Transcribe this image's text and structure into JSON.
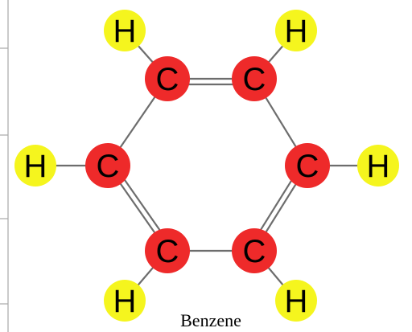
{
  "molecule": {
    "name": "Benzene",
    "carbon_symbol": "C",
    "hydrogen_symbol": "H"
  },
  "colors": {
    "carbon": "#ee2a2a",
    "hydrogen": "#f5f51e",
    "bond": "#6d6d6d"
  },
  "atoms": [
    {
      "id": "c1",
      "element": "C"
    },
    {
      "id": "c2",
      "element": "C"
    },
    {
      "id": "c3",
      "element": "C"
    },
    {
      "id": "c4",
      "element": "C"
    },
    {
      "id": "c5",
      "element": "C"
    },
    {
      "id": "c6",
      "element": "C"
    },
    {
      "id": "h1",
      "element": "H"
    },
    {
      "id": "h2",
      "element": "H"
    },
    {
      "id": "h3",
      "element": "H"
    },
    {
      "id": "h4",
      "element": "H"
    },
    {
      "id": "h5",
      "element": "H"
    },
    {
      "id": "h6",
      "element": "H"
    }
  ],
  "bonds": [
    {
      "from": "c1",
      "to": "c2",
      "order": 2
    },
    {
      "from": "c2",
      "to": "c3",
      "order": 1
    },
    {
      "from": "c3",
      "to": "c4",
      "order": 2
    },
    {
      "from": "c4",
      "to": "c5",
      "order": 1
    },
    {
      "from": "c5",
      "to": "c6",
      "order": 2
    },
    {
      "from": "c6",
      "to": "c1",
      "order": 1
    },
    {
      "from": "c1",
      "to": "h1",
      "order": 1
    },
    {
      "from": "c2",
      "to": "h2",
      "order": 1
    },
    {
      "from": "c3",
      "to": "h3",
      "order": 1
    },
    {
      "from": "c4",
      "to": "h4",
      "order": 1
    },
    {
      "from": "c5",
      "to": "h5",
      "order": 1
    },
    {
      "from": "c6",
      "to": "h6",
      "order": 1
    }
  ]
}
